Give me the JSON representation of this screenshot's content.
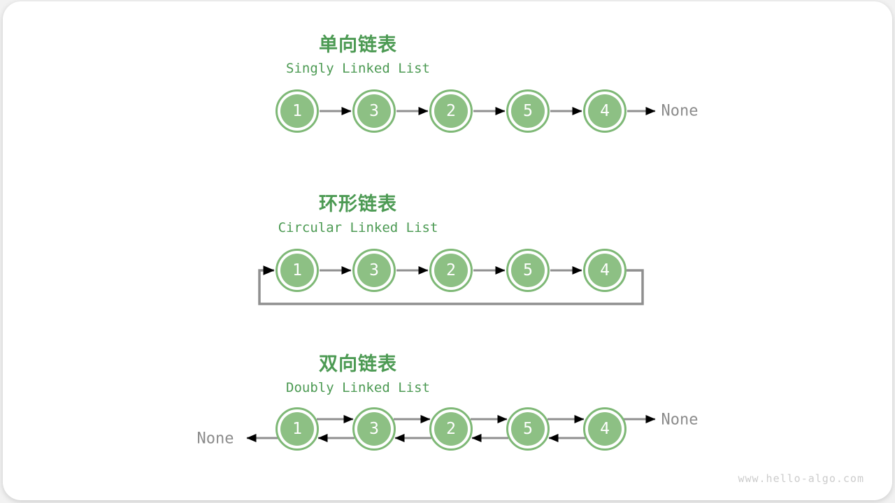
{
  "watermark": "www.hello-algo.com",
  "colors": {
    "node_fill": "#8DC084",
    "node_ring": "#7EB876",
    "title_green": "#4C9A53",
    "arrow_gray": "#8F8F8F",
    "none_gray": "#8C8C8C",
    "watermark_gray": "#CCCCCC"
  },
  "diagrams": [
    {
      "type": "singly",
      "title_zh": "单向链表",
      "title_en": "Singly Linked List",
      "nodes": [
        "1",
        "3",
        "2",
        "5",
        "4"
      ],
      "tail_label": "None"
    },
    {
      "type": "circular",
      "title_zh": "环形链表",
      "title_en": "Circular Linked List",
      "nodes": [
        "1",
        "3",
        "2",
        "5",
        "4"
      ]
    },
    {
      "type": "doubly",
      "title_zh": "双向链表",
      "title_en": "Doubly Linked List",
      "nodes": [
        "1",
        "3",
        "2",
        "5",
        "4"
      ],
      "head_label": "None",
      "tail_label": "None"
    }
  ]
}
